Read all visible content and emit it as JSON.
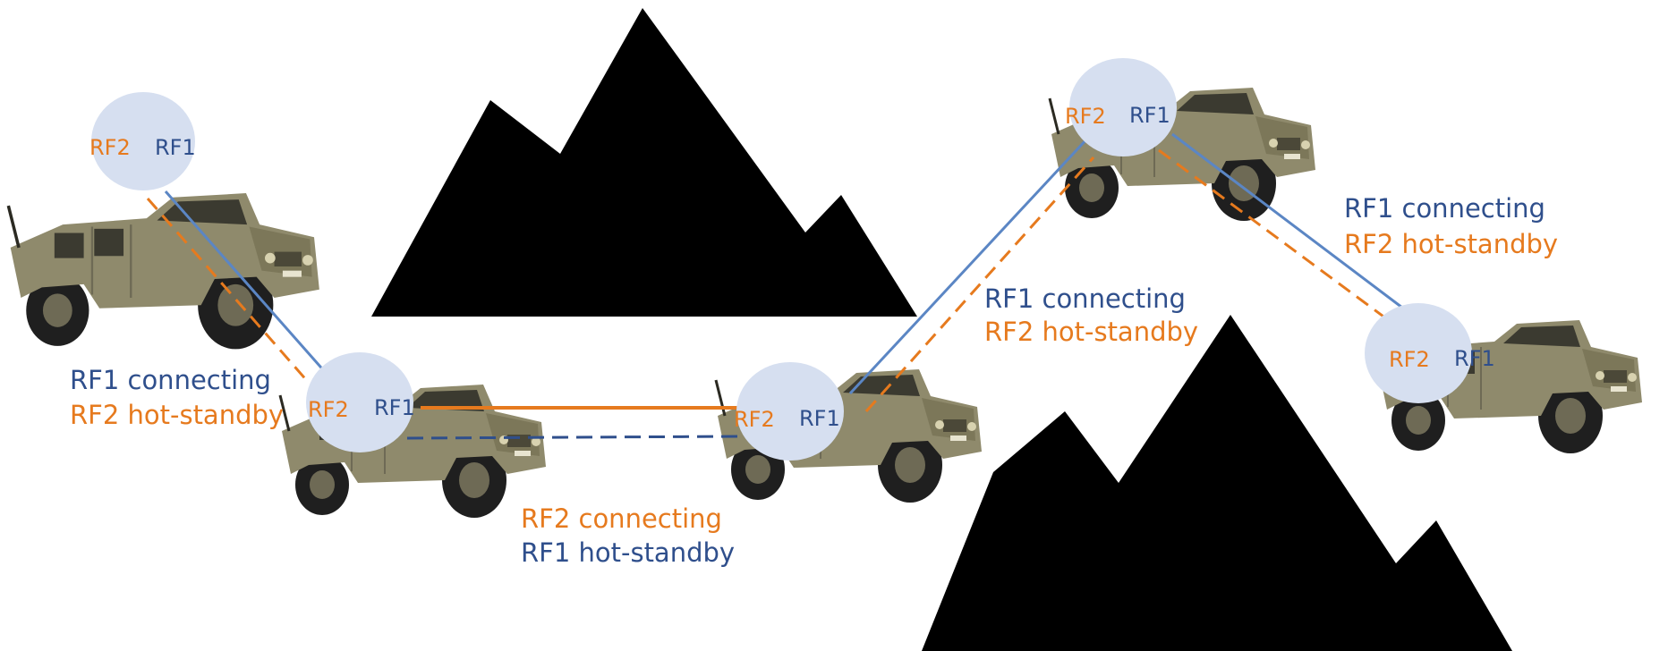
{
  "colors": {
    "rf1": "#2f4f8c",
    "rf2": "#e67a1e",
    "rf1_line": "#5b86c4",
    "bubble": "#d6dff0",
    "mountain": "#000000",
    "vehicle_body": "#8f8a6c",
    "vehicle_dark": "#4b4838"
  },
  "nodes": [
    {
      "rf2": "RF2",
      "rf1": "RF1"
    },
    {
      "rf2": "RF2",
      "rf1": "RF1"
    },
    {
      "rf2": "RF2",
      "rf1": "RF1"
    },
    {
      "rf2": "RF2",
      "rf1": "RF1"
    },
    {
      "rf2": "RF2",
      "rf1": "RF1"
    }
  ],
  "links": [
    {
      "line1": "RF1 connecting",
      "line2": "RF2 hot-standby"
    },
    {
      "line1": "RF2 connecting",
      "line2": "RF1 hot-standby"
    },
    {
      "line1": "RF1 connecting",
      "line2": "RF2 hot-standby"
    },
    {
      "line1": "RF1 connecting",
      "line2": "RF2 hot-standby"
    }
  ]
}
